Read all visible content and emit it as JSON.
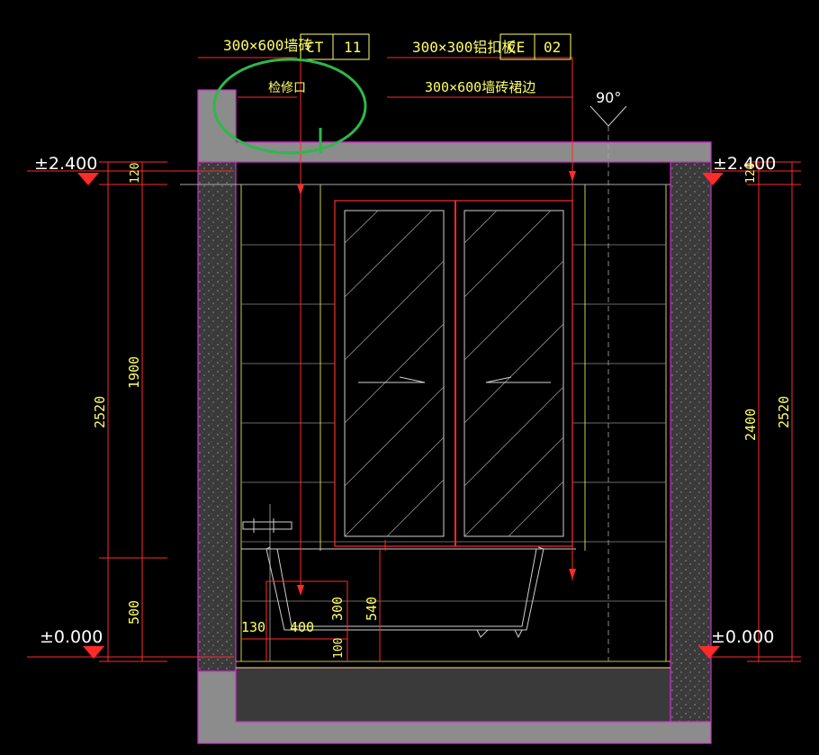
{
  "title": "",
  "labels": {
    "tile_wall": "300×600墙砖",
    "tile_wall_code": "CT",
    "tile_wall_num": "11",
    "ceiling": "300×300铝扣板",
    "ceiling_code": "CE",
    "ceiling_num": "02",
    "access_hatch": "检修口",
    "skirting": "300×600墙砖裙边",
    "angle": "90°"
  },
  "levels": {
    "top_left": "±2.400",
    "top_right": "±2.400",
    "bottom_left": "±0.000",
    "bottom_right": "±0.000"
  },
  "dimensions": {
    "left_total": "2520",
    "left_upper": "1900",
    "left_lower": "500",
    "left_top": "120",
    "right_total": "2520",
    "right_inner": "2400",
    "right_top": "120",
    "tub_130": "130",
    "tub_400": "400",
    "tub_300": "300",
    "tub_540": "540",
    "tub_100": "100"
  },
  "colors": {
    "background": "#000000",
    "wall_outline": "#cc33cc",
    "dimension": "#ff2a2a",
    "text": "#ffff66",
    "slab": "#8c8c8c",
    "annotation_circle": "#2db84a"
  }
}
